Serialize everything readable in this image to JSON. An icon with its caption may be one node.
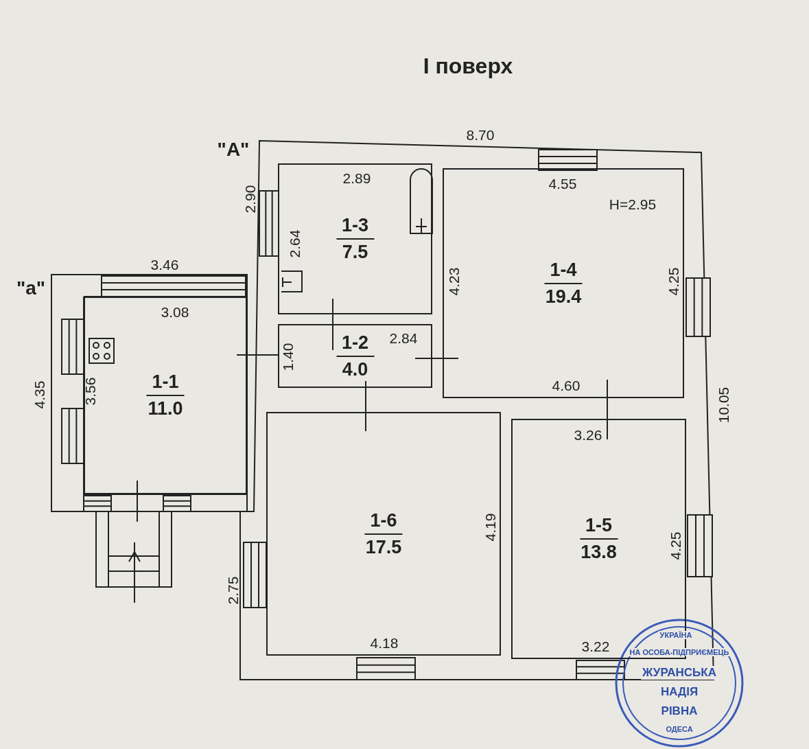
{
  "diagram": {
    "title": "I поверх",
    "nodes": [
      {
        "text": [
          "1-1",
          "11.0"
        ]
      },
      {
        "text": [
          "1-2",
          "4.0"
        ]
      },
      {
        "text": [
          "1-3",
          "7.5"
        ]
      },
      {
        "text": [
          "1-4",
          "19.4"
        ]
      },
      {
        "text": [
          "1-5",
          "13.8"
        ]
      },
      {
        "text": [
          "1-6",
          "17.5"
        ]
      }
    ],
    "labels": [
      "\"A\"",
      "8.70",
      "2.90",
      "2.89",
      "4.55",
      "H=2.95",
      "2.64",
      "\"a\"",
      "3.46",
      "4.23",
      "4.25",
      "3.08",
      "1.40",
      "2.84",
      "4.35",
      "3.56",
      "4.60",
      "10.05",
      "3.26",
      "4.19",
      "4.25",
      "2.75",
      "4.18",
      "3.22",
      "УКРАЇНА",
      "НА ОСОБА-ПІДПРИЄМЕЦЬ",
      "ЖУРАНСЬКА",
      "НАДІЯ",
      "РІВНА",
      "ОДЕСА"
    ]
  }
}
